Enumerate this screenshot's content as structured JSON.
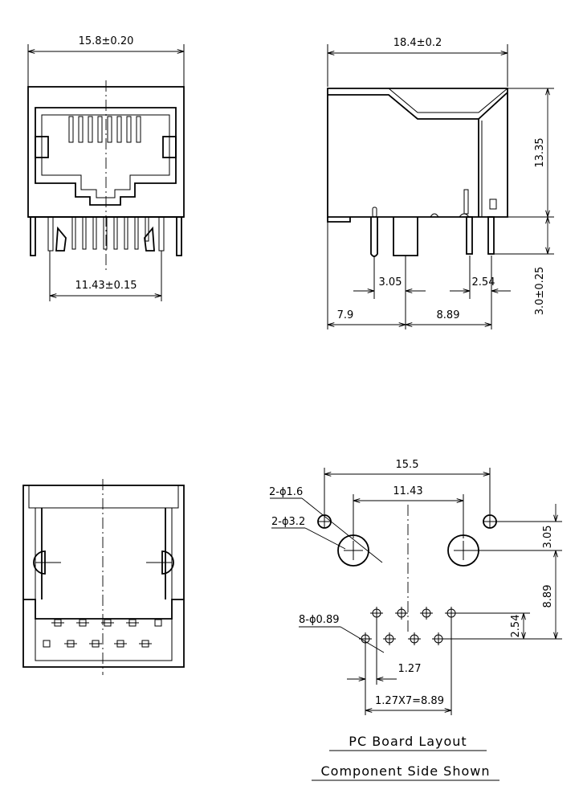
{
  "front_view": {
    "width_dim": "15.8±0.20",
    "pin_span_dim": "11.43±0.15"
  },
  "side_view": {
    "length_dim": "18.4±0.2",
    "height_dim": "13.35",
    "pin_len_dim": "3.0±0.25",
    "dim_305": "3.05",
    "dim_254": "2.54",
    "dim_79": "7.9",
    "dim_889": "8.89"
  },
  "pcb_layout": {
    "overall_dim": "15.5",
    "post_span_dim": "11.43",
    "small_hole_label": "2-ϕ1.6",
    "large_hole_label": "2-ϕ3.2",
    "vert_305": "3.05",
    "vert_889": "8.89",
    "pin_hole_label": "8-ϕ0.89",
    "row_pitch_dim": "2.54",
    "pitch_dim": "1.27",
    "pin_span_dim": "1.27X7=8.89",
    "caption_line1": "PC Board Layout",
    "caption_line2": "Component Side Shown"
  }
}
